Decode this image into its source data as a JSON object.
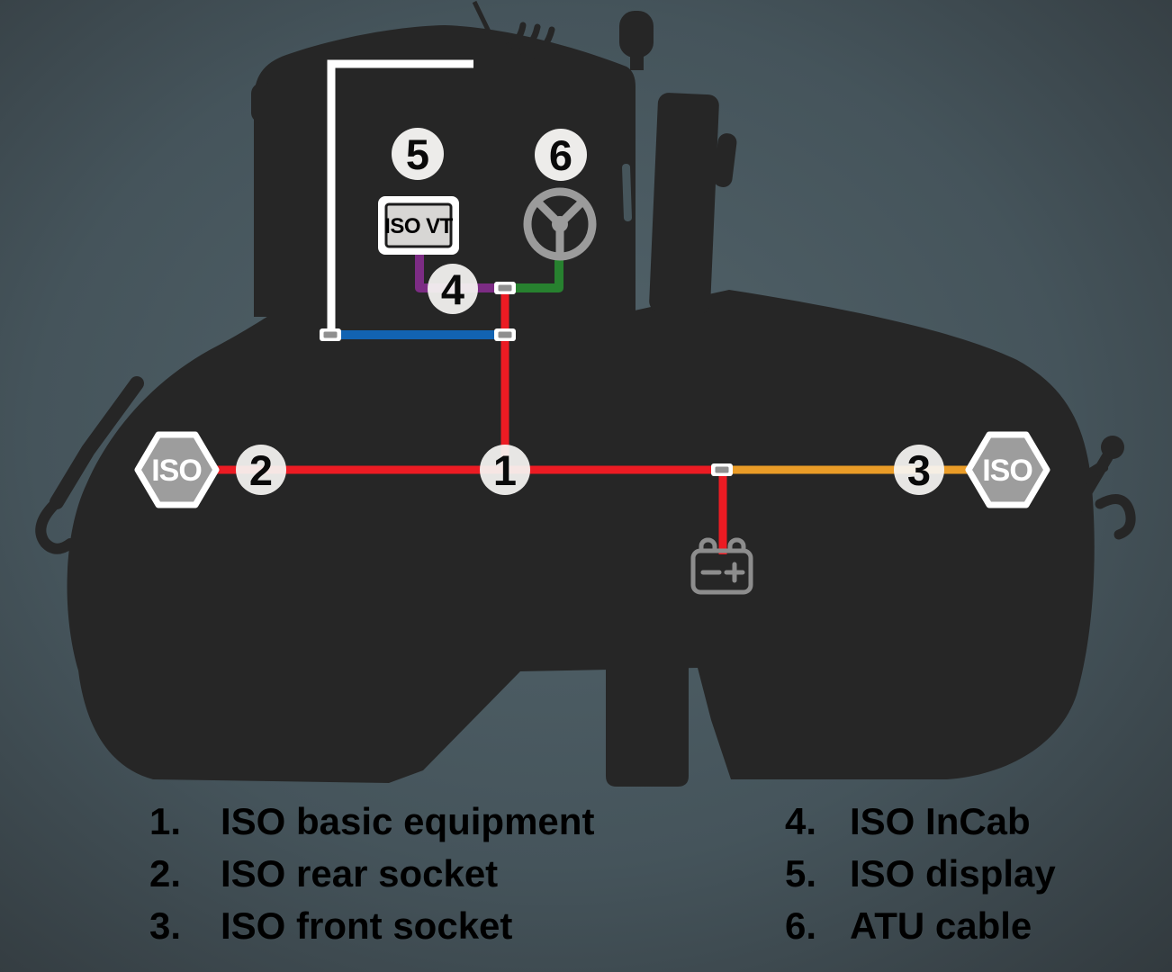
{
  "callouts": [
    {
      "number": "1",
      "label": "ISO basic equipment"
    },
    {
      "number": "2",
      "label": "ISO rear socket"
    },
    {
      "number": "3",
      "label": "ISO front socket"
    },
    {
      "number": "4",
      "label": "ISO InCab"
    },
    {
      "number": "5",
      "label": "ISO display"
    },
    {
      "number": "6",
      "label": "ATU cable"
    }
  ],
  "legend": {
    "left": [
      {
        "num": "1.",
        "label": "ISO basic equipment"
      },
      {
        "num": "2.",
        "label": "ISO rear socket"
      },
      {
        "num": "3.",
        "label": "ISO front socket"
      }
    ],
    "right": [
      {
        "num": "4.",
        "label": "ISO InCab"
      },
      {
        "num": "5.",
        "label": "ISO display"
      },
      {
        "num": "6.",
        "label": "ATU cable"
      }
    ]
  },
  "badges": {
    "iso_rear": "ISO",
    "iso_front": "ISO",
    "iso_vt": "ISO VT"
  },
  "battery": {
    "minus": "−",
    "plus": "+"
  },
  "colors": {
    "cable_red": "#ec1b23",
    "cable_orange": "#ea9c27",
    "cable_blue": "#1263b2",
    "cable_purple": "#7c2c84",
    "cable_green": "#27812f",
    "cable_white": "#ffffff",
    "tractor": "#262626",
    "icon_gray": "#9b9b9b",
    "connector_gray": "#8f8f8f"
  }
}
